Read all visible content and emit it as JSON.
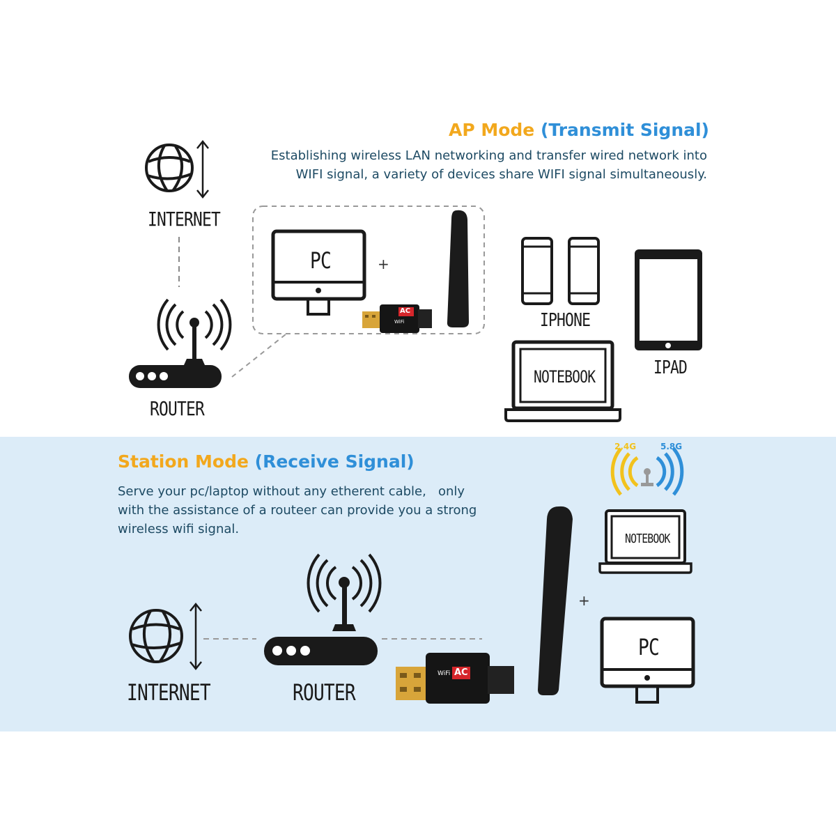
{
  "ap": {
    "title_main": "AP Mode",
    "title_paren": "(Transmit Signal)",
    "desc_line1": "Establishing wireless LAN networking and transfer wired network into",
    "desc_line2": "WIFI signal, a variety of devices share WIFI signal simultaneously.",
    "internet_label": "INTERNET",
    "router_label": "ROUTER",
    "pc_label": "PC",
    "plus": "+",
    "iphone_label": "IPHONE",
    "ipad_label": "IPAD",
    "notebook_label": "NOTEBOOK",
    "adapter_badge_wifi": "WiFi",
    "adapter_badge_ac": "AC"
  },
  "station": {
    "title_main": "Station Mode",
    "title_paren": "(Receive Signal)",
    "desc_line1": "Serve your pc/laptop without any etherent cable,   only",
    "desc_line2": "with the assistance of a routeer can provide you a strong",
    "desc_line3": "wireless wifi signal.",
    "band_24": "2.4G",
    "band_58": "5.8G",
    "internet_label": "INTERNET",
    "router_label": "ROUTER",
    "notebook_label": "NOTEBOOK",
    "pc_label": "PC",
    "plus": "+",
    "adapter_badge_wifi": "WiFi",
    "adapter_badge_ac": "AC"
  },
  "colors": {
    "title_orange": "#f2a81d",
    "title_blue": "#2f8fd8",
    "station_background": "#dcecf8",
    "icon_black": "#1a1a1a",
    "adapter_red": "#d6262b",
    "connector_gold": "#d8a53a"
  },
  "icons": [
    "globe-icon",
    "updown-arrow-icon",
    "router-icon",
    "monitor-icon",
    "usb-wifi-adapter-icon",
    "smartphone-icon",
    "tablet-icon",
    "laptop-icon",
    "dual-band-signal-icon"
  ]
}
